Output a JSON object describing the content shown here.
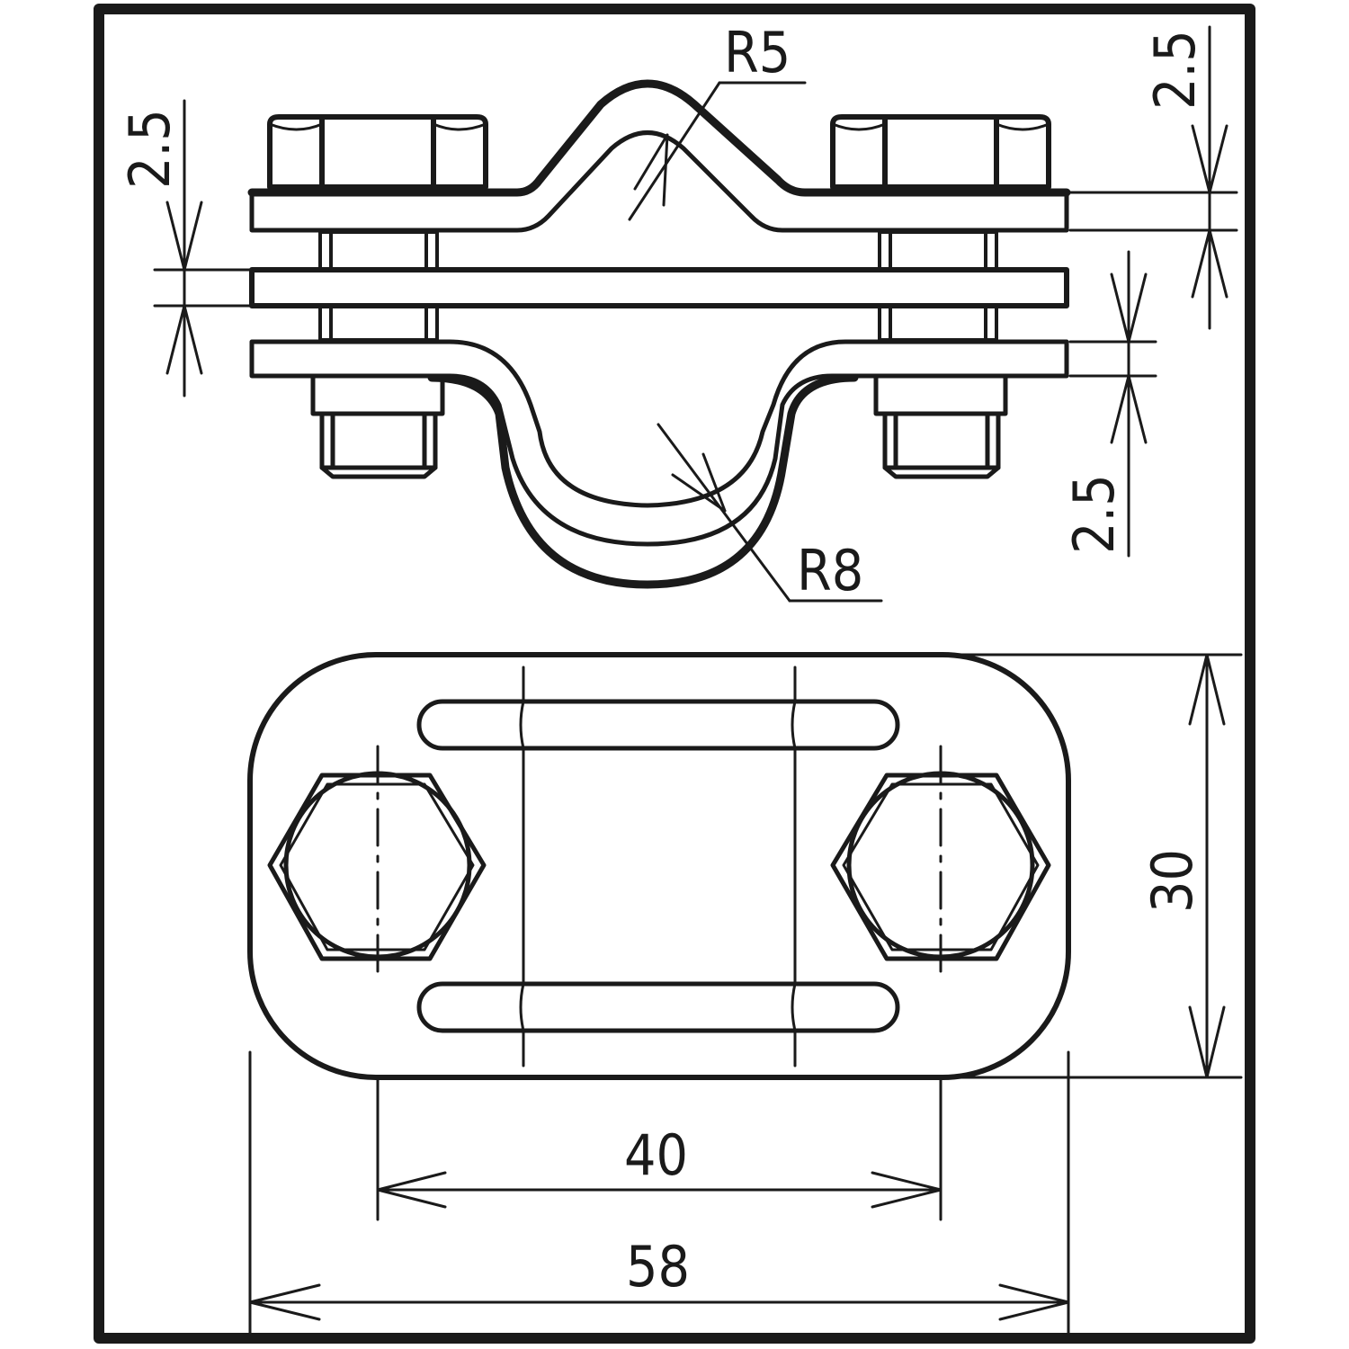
{
  "drawing": {
    "line_color": "#1a1a1a",
    "background": "#ffffff",
    "dimensions": {
      "radius_top": "R5",
      "radius_bottom": "R8",
      "thickness_left": "2.5",
      "thickness_right_top": "2.5",
      "thickness_right_bottom": "2.5",
      "height": "30",
      "bolt_spacing": "40",
      "overall_length": "58"
    }
  }
}
